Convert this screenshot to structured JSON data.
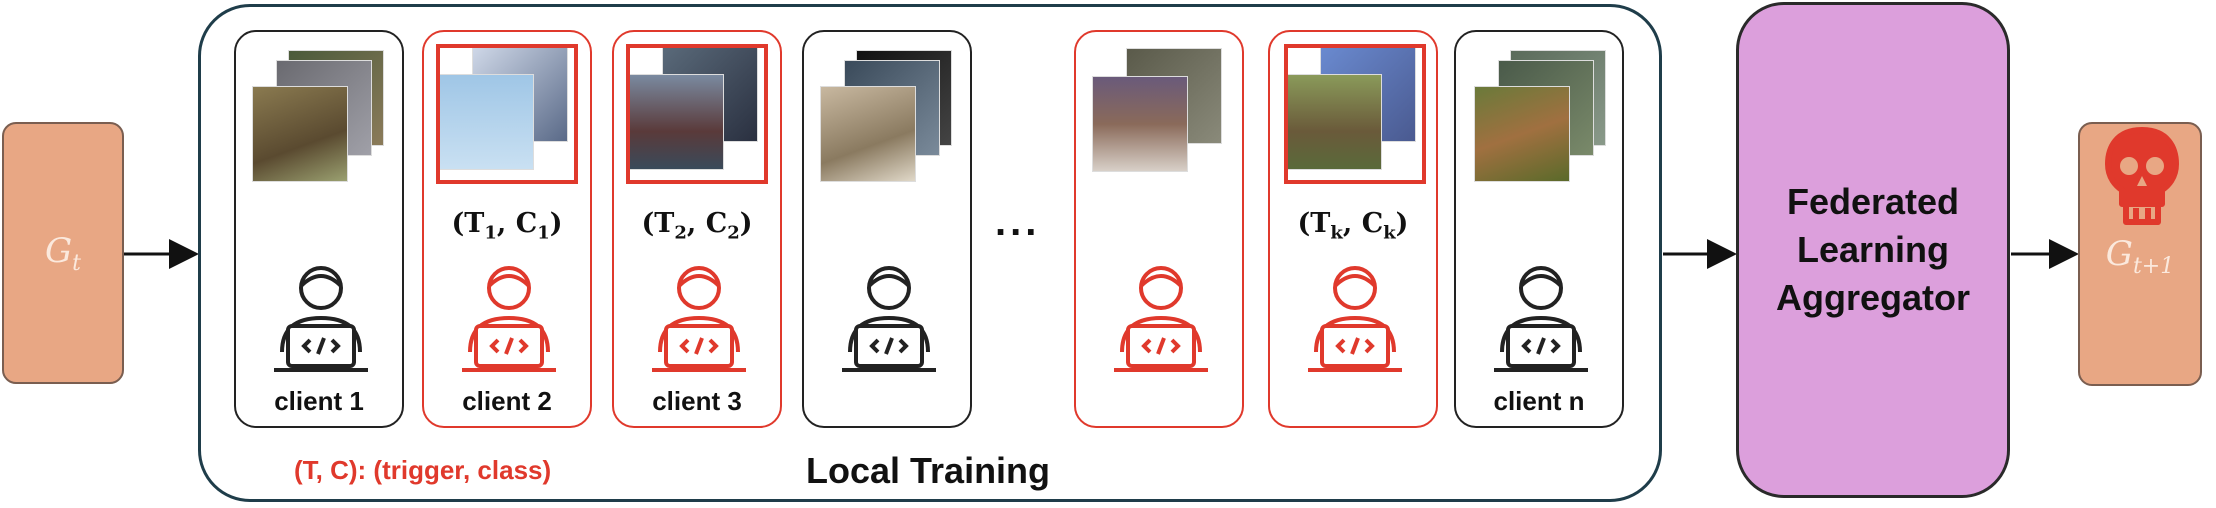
{
  "global_in": {
    "base": "G",
    "sub": "t"
  },
  "global_out": {
    "base": "G",
    "sub": "t+1"
  },
  "clients": [
    {
      "label": "client 1",
      "malicious": false,
      "pair": null
    },
    {
      "label": "client 2",
      "malicious": true,
      "pair": {
        "t": "1",
        "c": "1"
      }
    },
    {
      "label": "client 3",
      "malicious": true,
      "pair": {
        "t": "2",
        "c": "2"
      }
    },
    {
      "label": "",
      "malicious": false,
      "pair": null
    },
    {
      "label": "",
      "malicious": true,
      "pair": null
    },
    {
      "label": "",
      "malicious": true,
      "pair": {
        "t": "k",
        "c": "k"
      }
    },
    {
      "label": "client n",
      "malicious": false,
      "pair": null
    }
  ],
  "ellipsis": "...",
  "legend": "(T, C): (trigger, class)",
  "section_title": "Local Training",
  "aggregator": {
    "line1": "Federated",
    "line2": "Learning",
    "line3": "Aggregator"
  },
  "icons": {
    "client": "developer-laptop-icon",
    "poisoned_model": "skull-icon"
  },
  "colors": {
    "malicious": "#e0392c",
    "benign": "#222222",
    "model": "#e8a784",
    "aggregator": "#dc9fdc"
  }
}
